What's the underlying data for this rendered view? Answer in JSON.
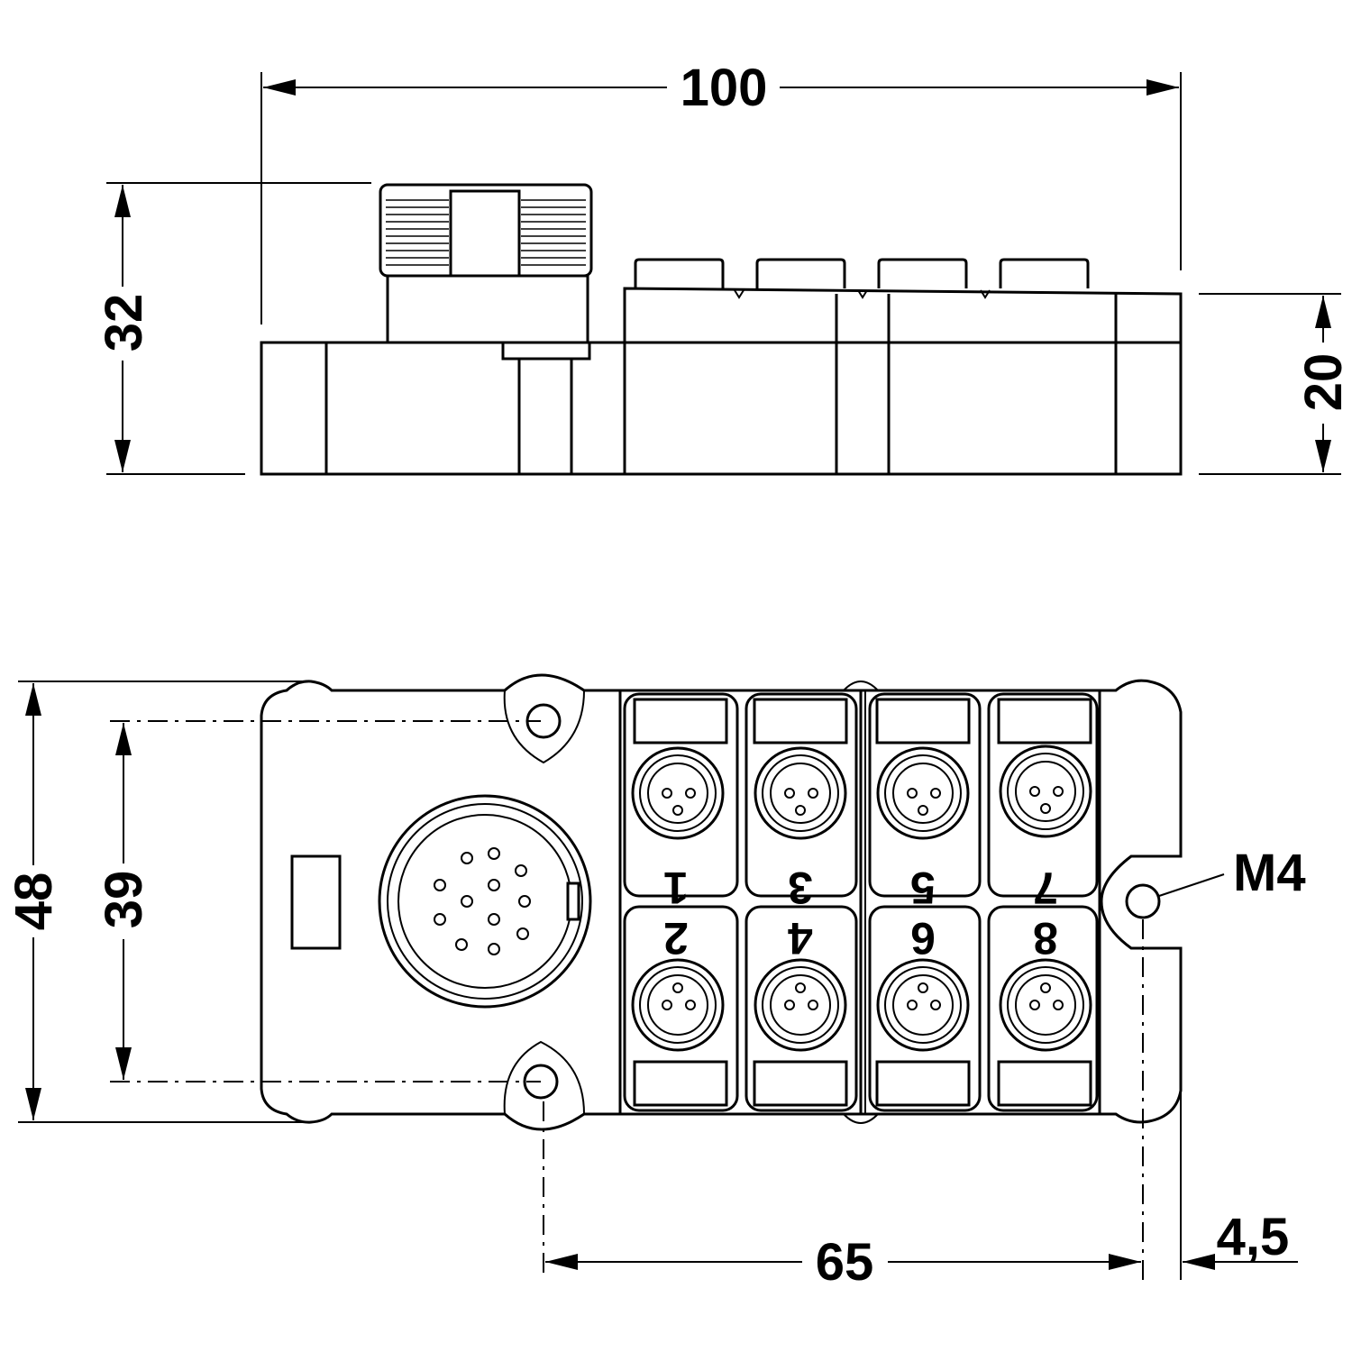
{
  "dimensions": {
    "overall_length": "100",
    "overall_height": "32",
    "body_height": "20",
    "overall_width": "48",
    "hole_spacing_vertical": "39",
    "hole_spacing_horizontal": "65",
    "hole_edge_offset": "4,5"
  },
  "thread_label": "M4",
  "ports": {
    "p1": "1",
    "p2": "2",
    "p3": "3",
    "p4": "4",
    "p5": "5",
    "p6": "6",
    "p7": "7",
    "p8": "8"
  }
}
